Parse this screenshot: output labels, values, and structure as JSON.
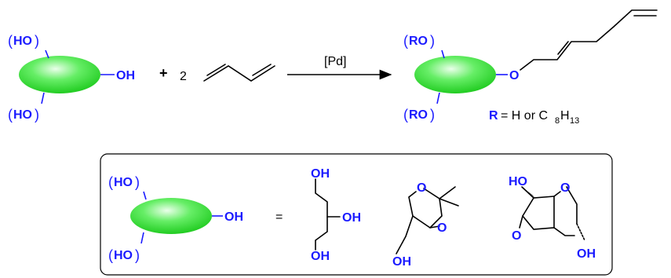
{
  "reaction": {
    "reactant_groups": {
      "ho_top": "HO",
      "ho_bottom": "HO",
      "oh_right": "OH"
    },
    "plus": "+",
    "coefficient": "2",
    "catalyst": "[Pd]",
    "product_groups": {
      "ro_top": "RO",
      "ro_bottom": "RO",
      "o_link": "O"
    },
    "r_definition": {
      "r": "R",
      "eq": "= H or C",
      "sub8": "8",
      "h": "H",
      "sub13": "13"
    }
  },
  "legend_box": {
    "generic_groups": {
      "ho_top": "HO",
      "ho_bottom": "HO",
      "oh_right": "OH"
    },
    "equals": "=",
    "glycerol": {
      "oh_top": "OH",
      "oh_mid": "OH",
      "oh_bottom": "OH"
    },
    "solketal": {
      "o_top": "O",
      "o_right": "O",
      "oh": "OH"
    },
    "isosorbide": {
      "ho": "HO",
      "o_top": "O",
      "o_bottom": "O",
      "oh": "OH"
    }
  },
  "colors": {
    "label_blue": "#1a1aff",
    "ellipse_green": "#33dd33",
    "ellipse_light": "#eaffea"
  }
}
